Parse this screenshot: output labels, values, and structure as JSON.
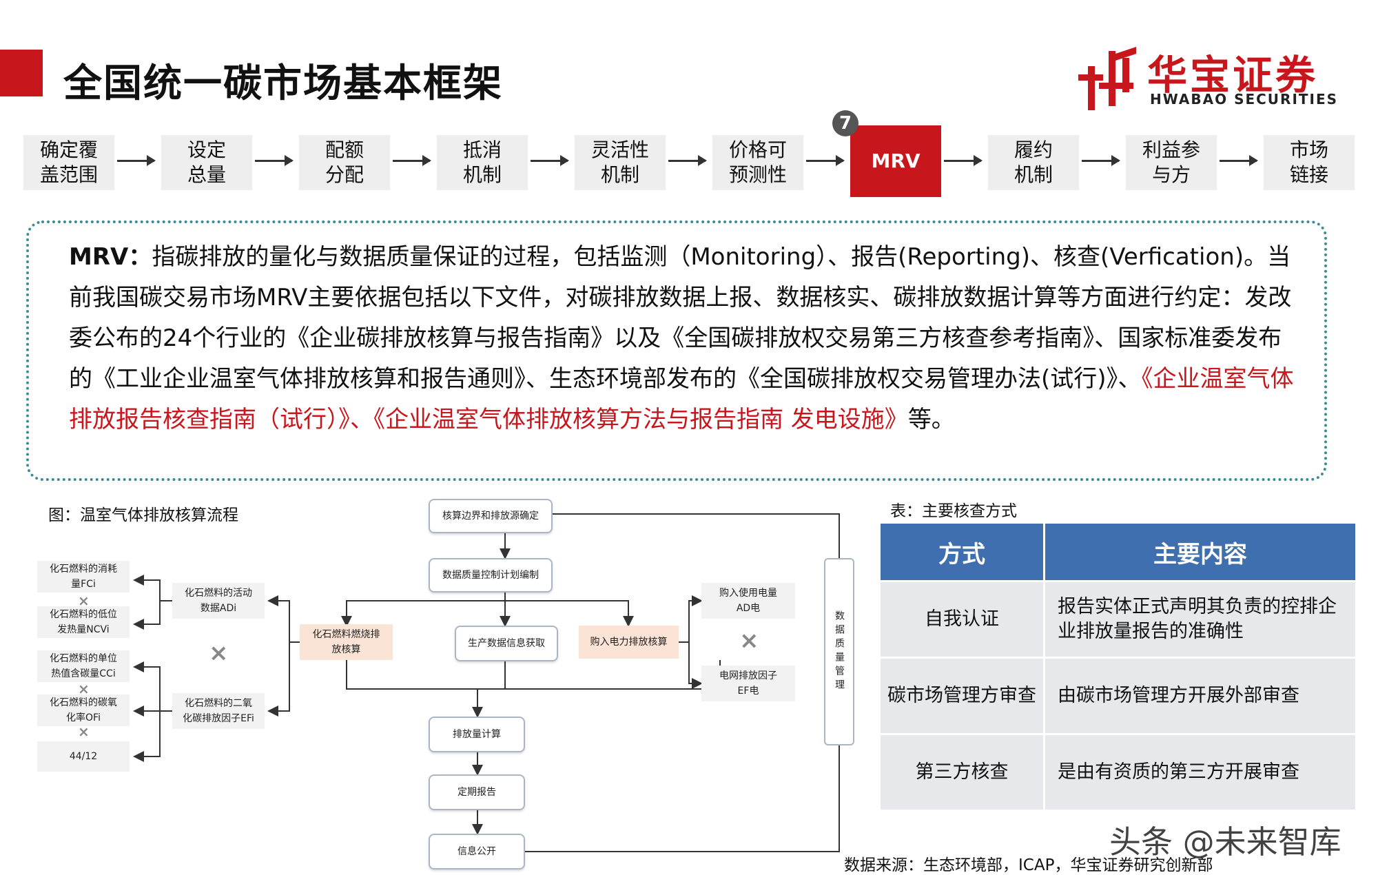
{
  "header": {
    "title": "全国统一碳市场基本框架",
    "logo_cn": "华宝证券",
    "logo_en": "HWABAO SECURITIES"
  },
  "flow": {
    "steps": [
      "确定覆\n盖范围",
      "设定\n总量",
      "配额\n分配",
      "抵消\n机制",
      "灵活性\n机制",
      "价格可\n预测性",
      "MRV",
      "履约\n机制",
      "利益参\n与方",
      "市场\n链接"
    ],
    "active_index": 6,
    "badge": "7"
  },
  "description": {
    "lead": "MRV：",
    "body": "指碳排放的量化与数据质量保证的过程，包括监测（Monitoring）、报告(Reporting)、核查(Verfication)。当前我国碳交易市场MRV主要依据包括以下文件，对碳排放数据上报、数据核实、碳排放数据计算等方面进行约定：发改委公布的24个行业的《企业碳排放核算与报告指南》以及《全国碳排放权交易第三方核查参考指南》、国家标准委发布的《工业企业温室气体排放核算和报告通则》、生态环境部发布的《全国碳排放权交易管理办法(试行)》、",
    "highlight": "《企业温室气体排放报告核查指南（试行）》、《企业温室气体排放核算方法与报告指南 发电设施》",
    "tail": "等。"
  },
  "diagram": {
    "caption": "图：温室气体排放核算流程",
    "boundary": "核算边界和排放源确定",
    "quality_plan": "数据质量控制计划编制",
    "fossil_calc": "化石燃料燃烧排\n放核算",
    "production_data": "生产数据信息获取",
    "power_calc": "购入电力排放核算",
    "activity_data": "化石燃料的活动\n数据ADi",
    "emission_factor": "化石燃料的二氧\n化碳排放因子EFi",
    "fc": "化石燃料的消耗\n量FCi",
    "ncv": "化石燃料的低位\n发热量NCVi",
    "cc": "化石燃料的单位\n热值含碳量CCi",
    "of": "化石燃料的碳氧\n化率OFi",
    "ratio": "44/12",
    "ad_power": "购入使用电量\nAD电",
    "ef_power": "电网排放因子\nEF电",
    "emission_calc": "排放量计算",
    "report": "定期报告",
    "disclosure": "信息公开",
    "data_mgmt": "数据质量管理",
    "multiply": "×"
  },
  "table": {
    "caption": "表：主要核查方式",
    "headers": [
      "方式",
      "主要内容"
    ],
    "rows": [
      [
        "自我认证",
        "报告实体正式声明其负责的控排企业排放量报告的准确性"
      ],
      [
        "碳市场管理方审查",
        "由碳市场管理方开展外部审查"
      ],
      [
        "第三方核查",
        "是由有资质的第三方开展审查"
      ]
    ]
  },
  "source": "数据来源：生态环境部，ICAP，华宝证券研究创新部",
  "watermark": "头条 @未来智库",
  "colors": {
    "brand_red": "#c8161d",
    "table_header": "#3f6fae",
    "dotted_border": "#3a8c93"
  }
}
